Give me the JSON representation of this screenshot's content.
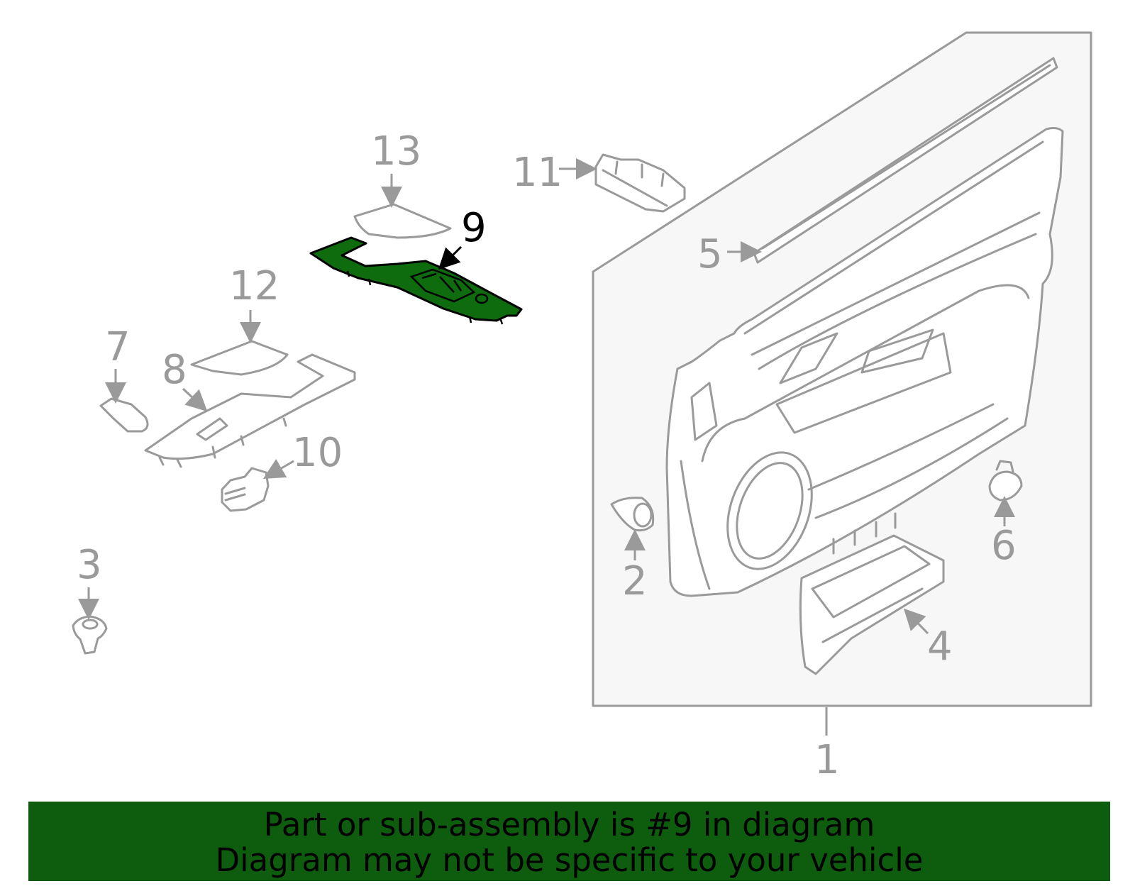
{
  "callouts": {
    "c1": "1",
    "c2": "2",
    "c3": "3",
    "c4": "4",
    "c5": "5",
    "c6": "6",
    "c7": "7",
    "c8": "8",
    "c9": "9",
    "c10": "10",
    "c11": "11",
    "c12": "12",
    "c13": "13"
  },
  "highlighted_part": "9",
  "colors": {
    "highlight": "#0e6b0e",
    "banner": "#0e5c0e",
    "line": "#9a9a9a",
    "panel": "#f7f7f7"
  },
  "banner": {
    "line1": "Part or sub-assembly is #9 in diagram",
    "line2": "Diagram may not be specific to your vehicle"
  }
}
